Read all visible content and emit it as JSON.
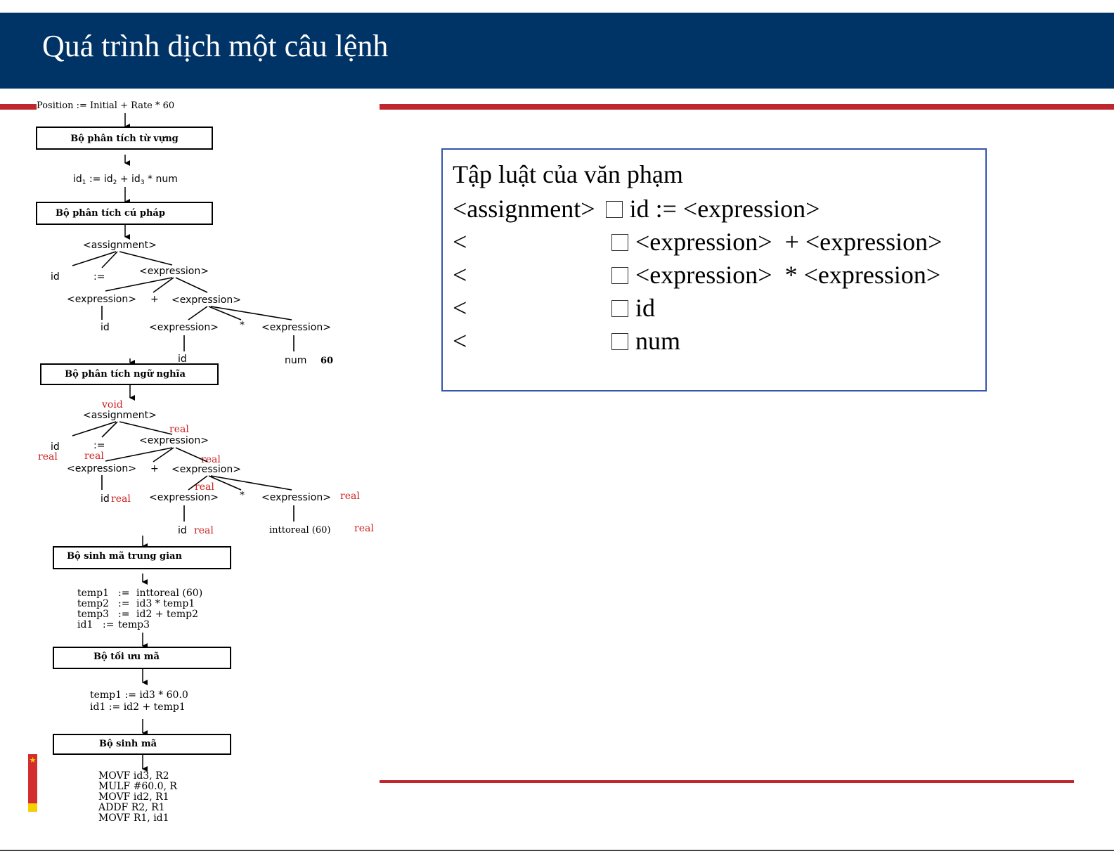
{
  "slide": {
    "title": "Quá trình dịch một câu lệnh"
  },
  "diagram": {
    "source_statement": "Position := Initial + Rate * 60",
    "stages": [
      "Bộ phân tích từ vựng",
      "Bộ phân tích cú pháp",
      "Bộ phân tích ngữ nghĩa",
      "Bộ sinh mã trung gian",
      "Bộ tối ưu mã",
      "Bộ sinh mã"
    ],
    "token_stream": {
      "id1": "id",
      "s1": "1",
      "assign": " := ",
      "id2": "id",
      "s2": "2",
      "plus": " + ",
      "id3": "id",
      "s3": "3",
      "times": " * ",
      "num": "num"
    },
    "parse_tree": {
      "assignment": "<assignment>",
      "id": "id",
      "assign_op": ":=",
      "expression": "<expression>",
      "plus": "+",
      "times": "*",
      "num": "num",
      "num_value": "60"
    },
    "semantic_tree": {
      "void": "void",
      "real": "real",
      "inttoreal": "inttoreal (60)"
    },
    "intermediate_code": [
      {
        "lhs": "temp1",
        "op": ":=",
        "rhs": "inttoreal (60)"
      },
      {
        "lhs": "temp2",
        "op": ":=",
        "rhs": "id3 * temp1"
      },
      {
        "lhs": "temp3",
        "op": ":=",
        "rhs": "id2 + temp2"
      },
      {
        "lhs": "id1",
        "op": ":=",
        "rhs": "temp3"
      }
    ],
    "optimized_code": [
      "temp1 := id3 * 60.0",
      "id1 := id2 + temp1"
    ],
    "target_code": [
      "MOVF id3, R2",
      "MULF #60.0, R",
      "MOVF id2, R1",
      "ADDF R2, R1",
      "MOVF R1, id1"
    ]
  },
  "grammar": {
    "heading": "Tập luật của văn phạm",
    "rules": [
      {
        "lhs": "<assignment>",
        "rhs": "id := <expression>"
      },
      {
        "lhs": "<",
        "rhs": "<expression>  + <expression>"
      },
      {
        "lhs": "<",
        "rhs": "<expression>  * <expression>"
      },
      {
        "lhs": "<",
        "rhs": "id"
      },
      {
        "lhs": "<",
        "rhs": "num"
      }
    ]
  },
  "colors": {
    "title_bar": "#003366",
    "accent_red": "#c0272d",
    "annotation_red": "#cc2222",
    "box_border": "#3355aa"
  }
}
